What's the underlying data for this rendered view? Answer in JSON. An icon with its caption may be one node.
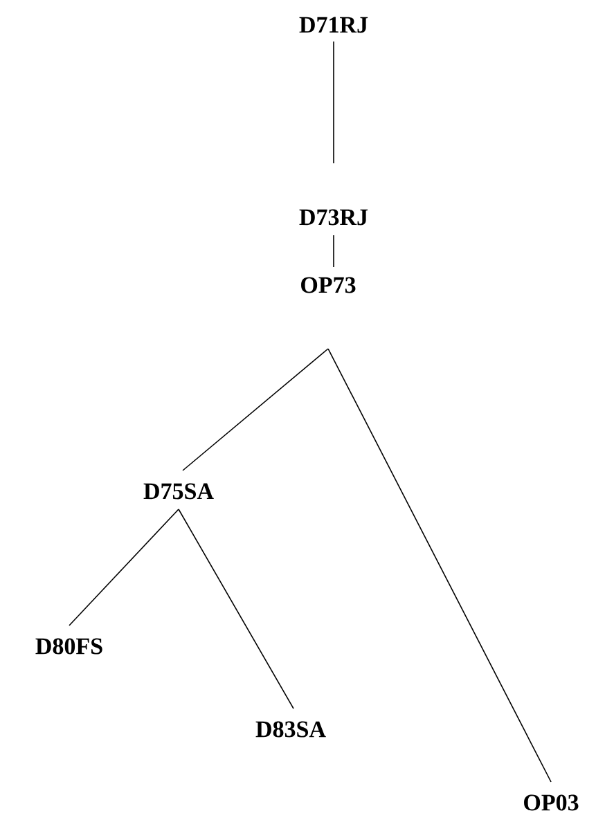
{
  "diagram": {
    "nodes": [
      {
        "text": [
          "D71RJ"
        ]
      },
      {
        "text": [
          "D73RJ"
        ]
      },
      {
        "text": [
          "OP73"
        ]
      },
      {
        "text": [
          "D75SA"
        ]
      },
      {
        "text": [
          "D80FS"
        ]
      },
      {
        "text": [
          "D83SA"
        ]
      },
      {
        "text": [
          "OP03"
        ]
      }
    ],
    "edges": [
      {
        "from": 0,
        "to": 1,
        "arrow": "none"
      },
      {
        "from": 1,
        "to": 2,
        "arrow": "none"
      },
      {
        "from": 2,
        "to": 3,
        "arrow": "none"
      },
      {
        "from": 2,
        "to": 6,
        "arrow": "none"
      },
      {
        "from": 3,
        "to": 4,
        "arrow": "none"
      },
      {
        "from": 3,
        "to": 5,
        "arrow": "none"
      }
    ]
  }
}
